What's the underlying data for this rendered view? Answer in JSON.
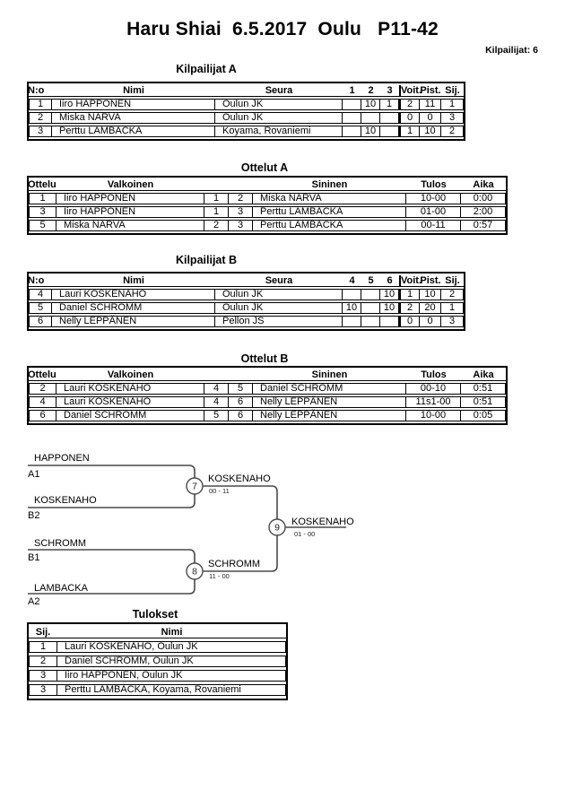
{
  "page": {
    "title": "Haru Shiai  6.5.2017  Oulu   P11-42",
    "competitors_count_label": "Kilpailijat: 6"
  },
  "pool_a": {
    "title": "Kilpailijat A",
    "columns": {
      "no": "N:o",
      "name": "Nimi",
      "club": "Seura",
      "m1": "1",
      "m2": "2",
      "m3": "3",
      "wins": "Voit.",
      "points": "Pist.",
      "place": "Sij."
    },
    "rows": [
      {
        "no": "1",
        "name": "Iiro HAPPONEN",
        "club": "Oulun JK",
        "r1": "",
        "r2": "10",
        "r3": "1",
        "wins": "2",
        "points": "11",
        "place": "1"
      },
      {
        "no": "2",
        "name": "Miska NARVA",
        "club": "Oulun JK",
        "r1": "",
        "r2": "",
        "r3": "",
        "wins": "0",
        "points": "0",
        "place": "3"
      },
      {
        "no": "3",
        "name": "Perttu LAMBACKA",
        "club": "Koyama, Rovaniemi",
        "r1": "",
        "r2": "10",
        "r3": "",
        "wins": "1",
        "points": "10",
        "place": "2"
      }
    ]
  },
  "matches_a": {
    "title": "Ottelut A",
    "columns": {
      "match": "Ottelu",
      "white": "Valkoinen",
      "blue": "Sininen",
      "result": "Tulos",
      "time": "Aika"
    },
    "rows": [
      {
        "match": "1",
        "white": "Iiro HAPPONEN",
        "wno": "1",
        "bno": "2",
        "blue": "Miska NARVA",
        "result": "10-00",
        "time": "0:00"
      },
      {
        "match": "3",
        "white": "Iiro HAPPONEN",
        "wno": "1",
        "bno": "3",
        "blue": "Perttu LAMBACKA",
        "result": "01-00",
        "time": "2:00"
      },
      {
        "match": "5",
        "white": "Miska NARVA",
        "wno": "2",
        "bno": "3",
        "blue": "Perttu LAMBACKA",
        "result": "00-11",
        "time": "0:57"
      }
    ]
  },
  "pool_b": {
    "title": "Kilpailijat B",
    "columns": {
      "no": "N:o",
      "name": "Nimi",
      "club": "Seura",
      "m1": "4",
      "m2": "5",
      "m3": "6",
      "wins": "Voit.",
      "points": "Pist.",
      "place": "Sij."
    },
    "rows": [
      {
        "no": "4",
        "name": "Lauri KOSKENAHO",
        "club": "Oulun JK",
        "r1": "",
        "r2": "",
        "r3": "10",
        "wins": "1",
        "points": "10",
        "place": "2"
      },
      {
        "no": "5",
        "name": "Daniel SCHROMM",
        "club": "Oulun JK",
        "r1": "10",
        "r2": "",
        "r3": "10",
        "wins": "2",
        "points": "20",
        "place": "1"
      },
      {
        "no": "6",
        "name": "Nelly LEPPÄNEN",
        "club": "Pellon JS",
        "r1": "",
        "r2": "",
        "r3": "",
        "wins": "0",
        "points": "0",
        "place": "3"
      }
    ]
  },
  "matches_b": {
    "title": "Ottelut B",
    "columns": {
      "match": "Ottelu",
      "white": "Valkoinen",
      "blue": "Sininen",
      "result": "Tulos",
      "time": "Aika"
    },
    "rows": [
      {
        "match": "2",
        "white": "Lauri KOSKENAHO",
        "wno": "4",
        "bno": "5",
        "blue": "Daniel SCHROMM",
        "result": "00-10",
        "time": "0:51"
      },
      {
        "match": "4",
        "white": "Lauri KOSKENAHO",
        "wno": "4",
        "bno": "6",
        "blue": "Nelly LEPPÄNEN",
        "result": "11s1-00",
        "time": "0:51"
      },
      {
        "match": "6",
        "white": "Daniel SCHROMM",
        "wno": "5",
        "bno": "6",
        "blue": "Nelly LEPPÄNEN",
        "result": "10-00",
        "time": "0:05"
      }
    ]
  },
  "bracket": {
    "slots": [
      {
        "name": "HAPPONEN",
        "seed": "A1"
      },
      {
        "name": "KOSKENAHO",
        "seed": "B2"
      },
      {
        "name": "SCHROMM",
        "seed": "B1"
      },
      {
        "name": "LAMBACKA",
        "seed": "A2"
      }
    ],
    "semifinal_1": {
      "number": "7",
      "winner": "KOSKENAHO",
      "score": "00 - 11"
    },
    "semifinal_2": {
      "number": "8",
      "winner": "SCHROMM",
      "score": "11 - 00"
    },
    "final": {
      "number": "9",
      "winner": "KOSKENAHO",
      "score": "01 - 00"
    }
  },
  "results": {
    "title": "Tulokset",
    "columns": {
      "place": "Sij.",
      "name": "Nimi"
    },
    "rows": [
      {
        "place": "1",
        "name": "Lauri KOSKENAHO, Oulun JK"
      },
      {
        "place": "2",
        "name": "Daniel SCHROMM, Oulun JK"
      },
      {
        "place": "3",
        "name": "Iiro HAPPONEN, Oulun JK"
      },
      {
        "place": "3",
        "name": "Perttu LAMBACKA, Koyama, Rovaniemi"
      }
    ]
  },
  "colors": {
    "text": "#000000",
    "table_border": "#000000",
    "bracket_line": "#4a4a4a",
    "background": "#ffffff"
  }
}
